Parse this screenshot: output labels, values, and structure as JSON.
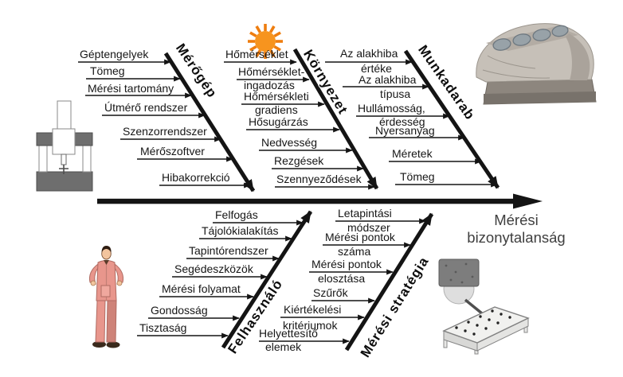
{
  "diagram": {
    "type": "fishbone-cause-effect",
    "effect": {
      "line1": "Mérési",
      "line2": "bizonytalanság"
    },
    "branches": [
      {
        "label": "Mérőgép",
        "side": "top",
        "causes": [
          {
            "line1": "Géptengelyek"
          },
          {
            "line1": "Tömeg"
          },
          {
            "line1": "Mérési tartomány"
          },
          {
            "line1": "Útmérő rendszer"
          },
          {
            "line1": "Szenzorrendszer"
          },
          {
            "line1": "Mérőszoftver"
          },
          {
            "line1": "Hibakorrekció"
          }
        ]
      },
      {
        "label": "Környezet",
        "side": "top",
        "causes": [
          {
            "line1": "Hőmérséklet"
          },
          {
            "line1": "Hőmérséklet-",
            "line2": "ingadozás"
          },
          {
            "line1": "Hőmérsékleti",
            "line2": "gradiens"
          },
          {
            "line1": "Hősugárzás"
          },
          {
            "line1": "Nedvesség"
          },
          {
            "line1": "Rezgések"
          },
          {
            "line1": "Szennyeződések"
          }
        ]
      },
      {
        "label": "Munkadarab",
        "side": "top",
        "causes": [
          {
            "line1": "Az alakhiba",
            "line2": "értéke"
          },
          {
            "line1": "Az alakhiba",
            "line2": "típusa"
          },
          {
            "line1": "Hullámosság,",
            "line2": "érdesség"
          },
          {
            "line1": "Nyersanyag"
          },
          {
            "line1": "Méretek"
          },
          {
            "line1": "Tömeg"
          }
        ]
      },
      {
        "label": "Felhasználó",
        "side": "bottom",
        "causes": [
          {
            "line1": "Felfogás"
          },
          {
            "line1": "Tájolókialakítás"
          },
          {
            "line1": "Tapintórendszer"
          },
          {
            "line1": "Segédeszközök"
          },
          {
            "line1": "Mérési folyamat"
          },
          {
            "line1": "Gondosság"
          },
          {
            "line1": "Tisztaság"
          }
        ]
      },
      {
        "label": "Mérési stratégia",
        "side": "bottom",
        "causes": [
          {
            "line1": "Letapintási",
            "line2": "módszer"
          },
          {
            "line1": "Mérési pontok",
            "line2": "száma"
          },
          {
            "line1": "Mérési pontok",
            "line2": "elosztása"
          },
          {
            "line1": "Szűrők"
          },
          {
            "line1": "Kiértékelési",
            "line2": "kritériumok"
          },
          {
            "line1": "Helyettesítő",
            "line2": "elemek"
          }
        ]
      }
    ]
  },
  "illustrations": {
    "cmm_machine": "coordinate-measuring-machine-sketch",
    "sun": "sun",
    "engine_block": "engine-block-workpiece-photo",
    "operator": "operator-in-overalls",
    "probe_plate": "touch-probe-and-measuring-plate"
  },
  "colors": {
    "line": "#141414",
    "text": "#161616",
    "effect_text": "#3F3F3F",
    "sun": "#F7941E",
    "sun_ray": "#EE7D0F",
    "overall": "#E8968C",
    "overall_shade": "#CE8379",
    "skin": "#F2C49E",
    "machine_dark": "#6E6E6E",
    "probe_gray": "#7D7D7D"
  }
}
